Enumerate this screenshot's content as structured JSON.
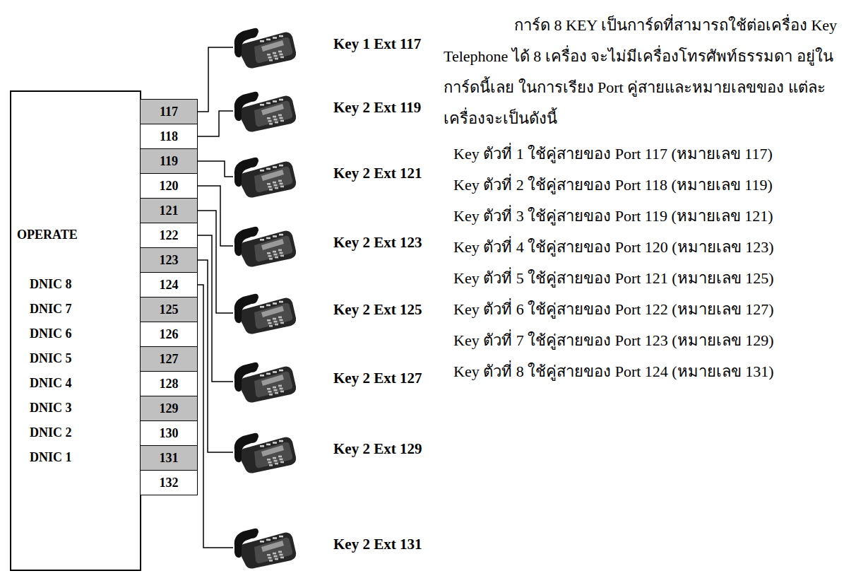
{
  "diagram": {
    "nodes": [
      {
        "text": [
          "OPERATE",
          "DNIC 8",
          "DNIC 7",
          "DNIC 6",
          "DNIC 5",
          "DNIC 4",
          "DNIC 3",
          "DNIC 2",
          "DNIC 1"
        ]
      },
      {
        "text": [
          "117"
        ],
        "in": 0
      },
      {
        "text": [
          "118"
        ],
        "in": 0
      },
      {
        "text": [
          "119"
        ],
        "in": 0
      },
      {
        "text": [
          "120"
        ],
        "in": 0
      },
      {
        "text": [
          "121"
        ],
        "in": 0
      },
      {
        "text": [
          "122"
        ],
        "in": 0
      },
      {
        "text": [
          "123"
        ],
        "in": 0
      },
      {
        "text": [
          "124"
        ],
        "in": 0
      },
      {
        "text": [
          "125"
        ],
        "in": 0
      },
      {
        "text": [
          "126"
        ],
        "in": 0
      },
      {
        "text": [
          "127"
        ],
        "in": 0
      },
      {
        "text": [
          "128"
        ],
        "in": 0
      },
      {
        "text": [
          "129"
        ],
        "in": 0
      },
      {
        "text": [
          "130"
        ],
        "in": 0
      },
      {
        "text": [
          "131"
        ],
        "in": 0
      },
      {
        "text": [
          "132"
        ],
        "in": 0
      },
      {
        "text": [
          "Key 1 Ext 117"
        ]
      },
      {
        "text": [
          "Key 2 Ext 119"
        ]
      },
      {
        "text": [
          "Key 2 Ext 121"
        ]
      },
      {
        "text": [
          "Key 2 Ext 123"
        ]
      },
      {
        "text": [
          "Key 2 Ext 125"
        ]
      },
      {
        "text": [
          "Key 2 Ext 127"
        ]
      },
      {
        "text": [
          "Key 2 Ext 129"
        ]
      },
      {
        "text": [
          "Key 2 Ext 131"
        ]
      }
    ],
    "edges": [
      {
        "from": 1,
        "to": 17,
        "arrow": "none"
      },
      {
        "from": 2,
        "to": 18,
        "arrow": "none"
      },
      {
        "from": 3,
        "to": 19,
        "arrow": "none"
      },
      {
        "from": 4,
        "to": 20,
        "arrow": "none"
      },
      {
        "from": 5,
        "to": 21,
        "arrow": "none"
      },
      {
        "from": 6,
        "to": 22,
        "arrow": "none"
      },
      {
        "from": 7,
        "to": 23,
        "arrow": "none"
      },
      {
        "from": 8,
        "to": 24,
        "arrow": "none"
      }
    ],
    "labels": [
      "การ์ด 8 KEY เป็นการ์ดที่สามารถใช้ต่อเครื่อง Key Telephone ได้ 8 เครื่อง จะไม่มีเครื่องโทรศัพท์ธรรมดา อยู่ในการ์ดนี้เลย ในการเรียง Port คู่สายและหมายเลขของ แต่ละเครื่องจะเป็นดังนี้",
      "Key ตัวที่ 1 ใช้คู่สายของ Port 117 (หมายเลข 117)",
      "Key ตัวที่ 2 ใช้คู่สายของ Port 118 (หมายเลข 119)",
      "Key ตัวที่ 3 ใช้คู่สายของ Port 119 (หมายเลข 121)",
      "Key ตัวที่ 4 ใช้คู่สายของ Port 120 (หมายเลข 123)",
      "Key ตัวที่ 5 ใช้คู่สายของ Port 121 (หมายเลข 125)",
      "Key ตัวที่ 6 ใช้คู่สายของ Port 122 (หมายเลข 127)",
      "Key ตัวที่ 7 ใช้คู่สายของ Port 123 (หมายเลข 129)",
      "Key ตัวที่ 8 ใช้คู่สายของ Port 124 (หมายเลข 131)"
    ]
  }
}
